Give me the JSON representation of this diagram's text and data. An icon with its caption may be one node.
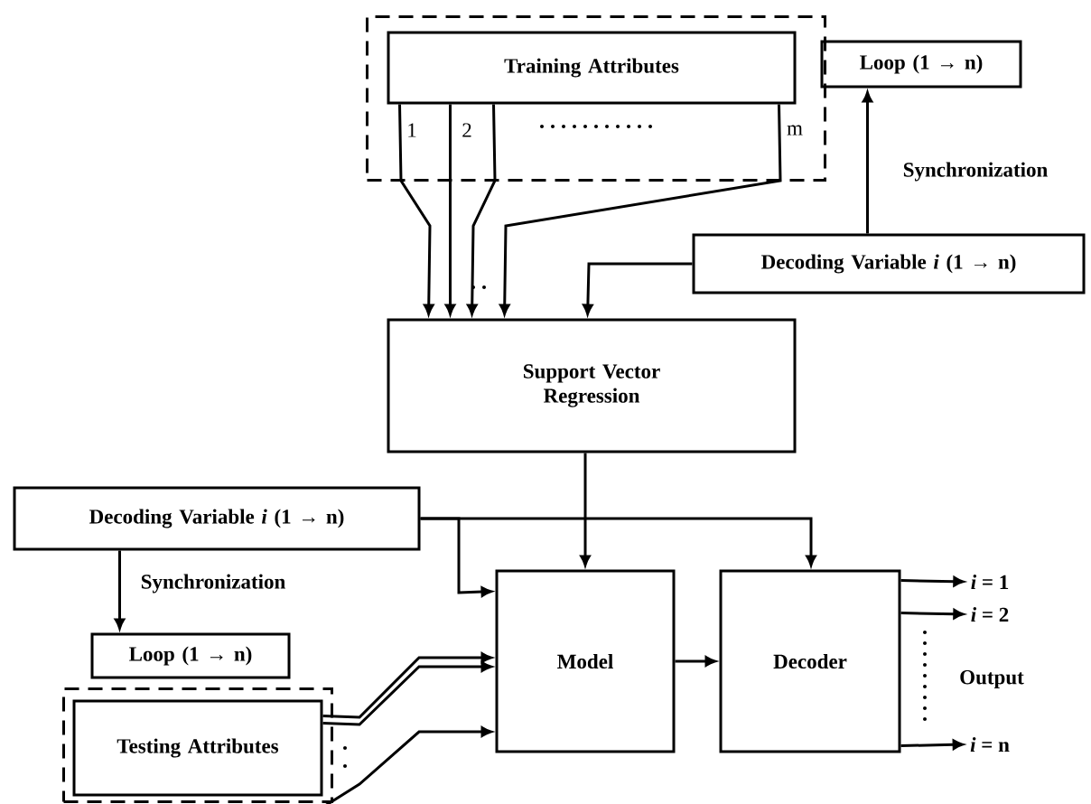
{
  "diagram": {
    "nodes": [
      {
        "text": [],
        "shape": "box"
      },
      {
        "text": [
          "Training Attributes"
        ],
        "in": 0
      },
      {
        "text": [
          "Loop (1 → n)"
        ]
      },
      {
        "text": [
          "Decoding Variable *i* (1 → n)"
        ]
      },
      {
        "text": [
          "Support Vector Regression"
        ]
      },
      {
        "text": [
          "Decoding Variable *i* (1 → n)"
        ]
      },
      {
        "text": [
          "Loop (1 → n)"
        ]
      },
      {
        "text": [],
        "shape": "box"
      },
      {
        "text": [
          "Testing Attributes"
        ],
        "in": 7
      },
      {
        "text": [
          "Model"
        ]
      },
      {
        "text": [
          "Decoder"
        ]
      },
      {
        "text": [
          "*i* = 1"
        ]
      },
      {
        "text": [
          "*i* = 2"
        ]
      },
      {
        "text": [
          "*i* = n"
        ]
      }
    ],
    "edges": [
      {
        "from": 1,
        "to": 4,
        "arrow": "to"
      },
      {
        "from": 1,
        "to": 4,
        "arrow": "to"
      },
      {
        "from": 1,
        "to": 4,
        "arrow": "to"
      },
      {
        "from": 1,
        "to": 4,
        "arrow": "to"
      },
      {
        "from": 3,
        "to": 4,
        "arrow": "to"
      },
      {
        "from": 3,
        "to": 2,
        "arrow": "to",
        "label": "Synchronization"
      },
      {
        "from": 4,
        "to": 9,
        "arrow": "to"
      },
      {
        "from": 5,
        "to": 9,
        "arrow": "to"
      },
      {
        "from": 5,
        "to": 10,
        "arrow": "to"
      },
      {
        "from": 5,
        "to": 6,
        "arrow": "to",
        "label": "Synchronization"
      },
      {
        "from": 8,
        "to": 9,
        "arrow": "to"
      },
      {
        "from": 8,
        "to": 9,
        "arrow": "to"
      },
      {
        "from": 8,
        "to": 9,
        "arrow": "to"
      },
      {
        "from": 9,
        "to": 10,
        "arrow": "to"
      },
      {
        "from": 10,
        "to": 11,
        "arrow": "to"
      },
      {
        "from": 10,
        "to": 12,
        "arrow": "to"
      },
      {
        "from": 10,
        "to": 13,
        "arrow": "to"
      }
    ],
    "labels": [
      "1",
      "2",
      "m",
      "Output"
    ]
  }
}
